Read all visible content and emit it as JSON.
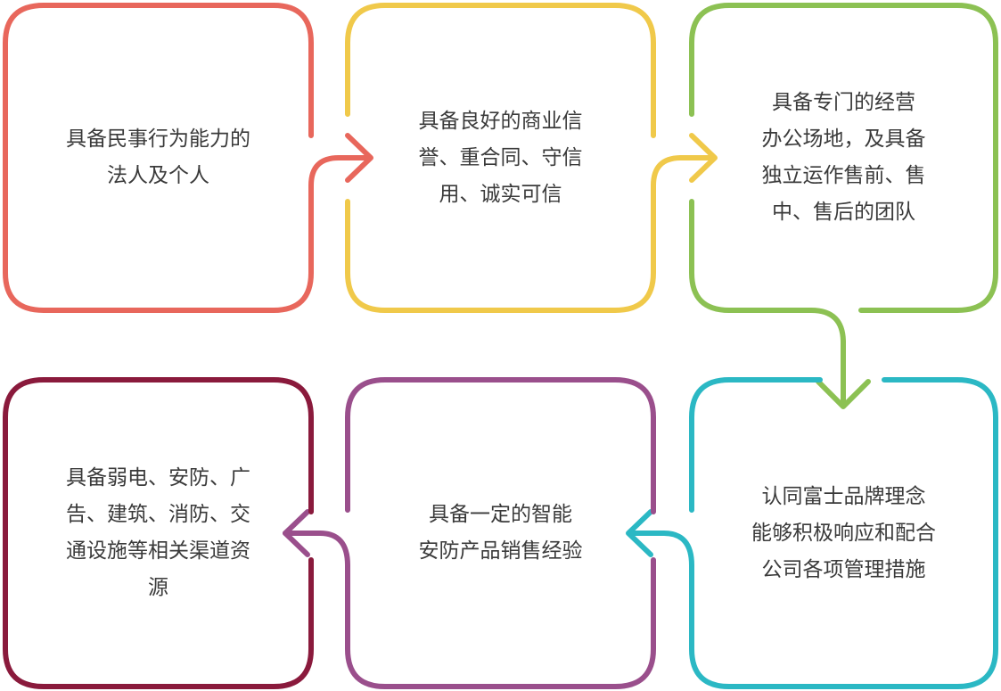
{
  "steps": [
    {
      "lines": [
        "具备民事行为能力的",
        "法人及个人"
      ],
      "color": "#e8675c"
    },
    {
      "lines": [
        "具备良好的商业信",
        "誉、重合同、守信",
        "用、诚实可信"
      ],
      "color": "#f0c94a"
    },
    {
      "lines": [
        "具备专门的经营",
        "办公场地，及具备",
        "独立运作售前、售",
        "中、售后的团队"
      ],
      "color": "#8cc153"
    },
    {
      "lines": [
        "认同富士品牌理念",
        "能够积极响应和配合",
        "公司各项管理措施"
      ],
      "color": "#2bb8c4"
    },
    {
      "lines": [
        "具备一定的智能",
        "安防产品销售经验"
      ],
      "color": "#9a4f8c"
    },
    {
      "lines": [
        "具备弱电、安防、广",
        "告、建筑、消防、交",
        "通设施等相关渠道资",
        "源"
      ],
      "color": "#8a1a3c"
    }
  ]
}
